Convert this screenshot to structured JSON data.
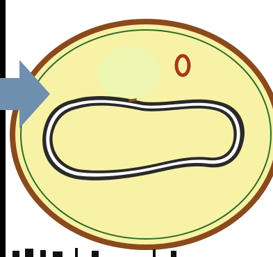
{
  "diagram": {
    "colors": {
      "background_panel": "#ffffff",
      "outer_wall": "#8a4a1c",
      "inner_membrane": "#2e6b2a",
      "cytoplasm": "#f8f2a6",
      "vacuole_fill": "#f8f2a6",
      "vacuole_outline": "#2a2a2a",
      "vacuole_inner_line": "#ffffff",
      "nucleus_fill": "#eef7b2",
      "small_ring": "#a33b1b",
      "small_ring_center": "#f8f2a6",
      "arrow_fill": "#6f8fae",
      "frame": "#000000"
    },
    "parts": [
      "outer-wall",
      "cytoplasm",
      "inner-membrane",
      "vacuole",
      "nucleus",
      "small-ring",
      "pointer-arrow"
    ]
  }
}
